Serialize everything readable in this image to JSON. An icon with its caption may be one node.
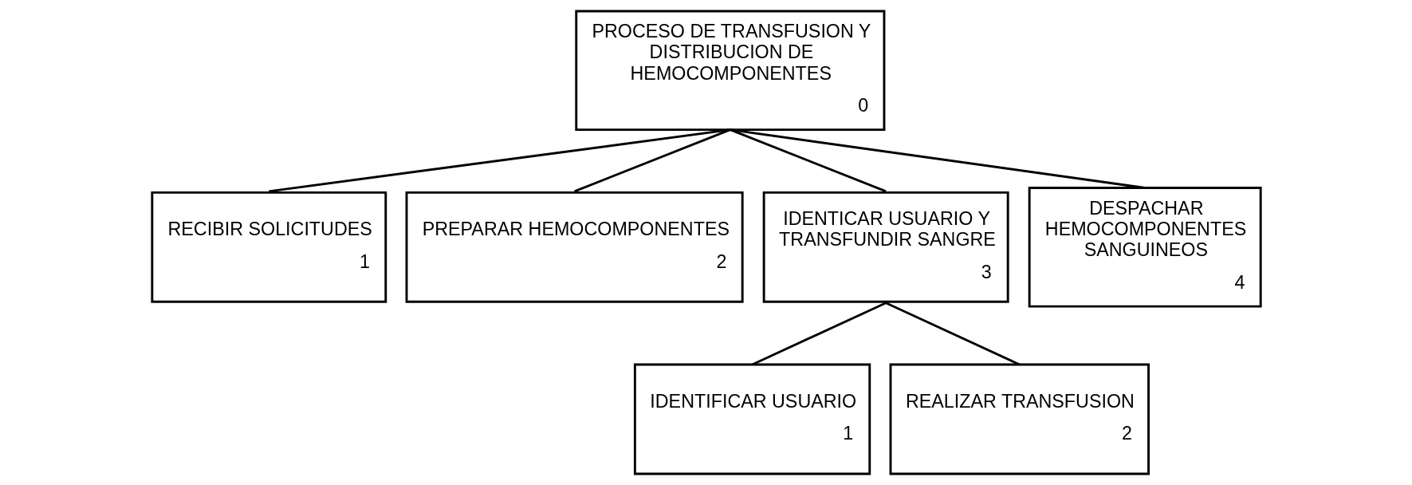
{
  "diagram": {
    "nodes": [
      {
        "text": [
          "PROCESO DE TRANSFUSION Y DISTRIBUCION DE HEMOCOMPONENTES",
          "0"
        ]
      },
      {
        "text": [
          "RECIBIR SOLICITUDES",
          "1"
        ]
      },
      {
        "text": [
          "PREPARAR HEMOCOMPONENTES",
          "2"
        ]
      },
      {
        "text": [
          "IDENTICAR USUARIO Y TRANSFUNDIR SANGRE",
          "3"
        ]
      },
      {
        "text": [
          "DESPACHAR HEMOCOMPONENTES SANGUINEOS",
          "4"
        ]
      },
      {
        "text": [
          "IDENTIFICAR USUARIO",
          "1"
        ]
      },
      {
        "text": [
          "REALIZAR TRANSFUSION",
          "2"
        ]
      }
    ],
    "edges": [
      {
        "from": 0,
        "to": 1,
        "arrow": "none"
      },
      {
        "from": 0,
        "to": 2,
        "arrow": "none"
      },
      {
        "from": 0,
        "to": 3,
        "arrow": "none"
      },
      {
        "from": 0,
        "to": 4,
        "arrow": "none"
      },
      {
        "from": 3,
        "to": 5,
        "arrow": "none"
      },
      {
        "from": 3,
        "to": 6,
        "arrow": "none"
      }
    ]
  }
}
